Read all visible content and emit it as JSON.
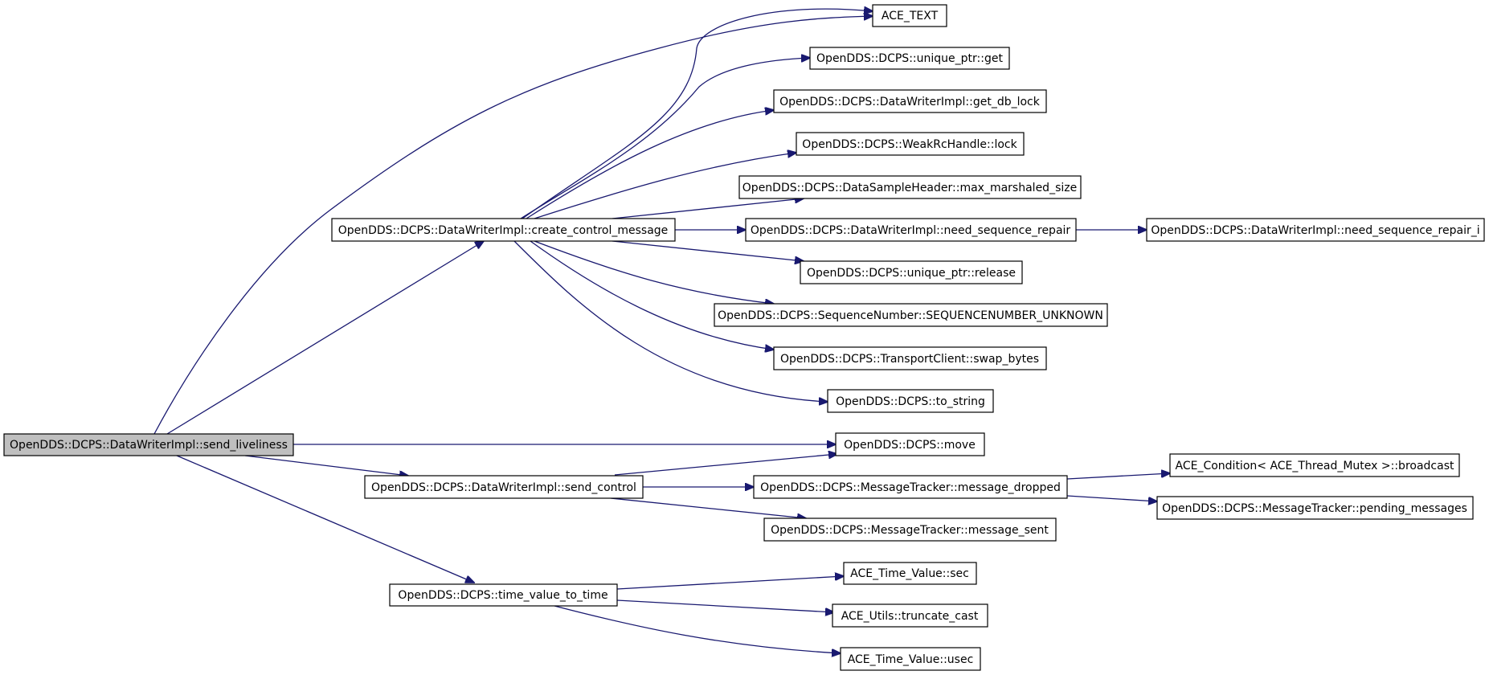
{
  "diagram": {
    "title": "",
    "colors": {
      "edge": "#191970",
      "root_fill": "#bfbfbf",
      "node_fill": "#ffffff",
      "node_stroke": "#000000"
    },
    "nodes": {
      "send_liveliness": "OpenDDS::DCPS::DataWriterImpl::send_liveliness",
      "ace_text": "ACE_TEXT",
      "create_control_message": "OpenDDS::DCPS::DataWriterImpl::create_control_message",
      "move": "OpenDDS::DCPS::move",
      "send_control": "OpenDDS::DCPS::DataWriterImpl::send_control",
      "time_value_to_time": "OpenDDS::DCPS::time_value_to_time",
      "unique_ptr_get": "OpenDDS::DCPS::unique_ptr::get",
      "get_db_lock": "OpenDDS::DCPS::DataWriterImpl::get_db_lock",
      "weakrchandle_lock": "OpenDDS::DCPS::WeakRcHandle::lock",
      "max_marshaled_size": "OpenDDS::DCPS::DataSampleHeader::max_marshaled_size",
      "need_sequence_repair": "OpenDDS::DCPS::DataWriterImpl::need_sequence_repair",
      "unique_ptr_release": "OpenDDS::DCPS::unique_ptr::release",
      "sequencenumber_unknown": "OpenDDS::DCPS::SequenceNumber::SEQUENCENUMBER_UNKNOWN",
      "swap_bytes": "OpenDDS::DCPS::TransportClient::swap_bytes",
      "to_string": "OpenDDS::DCPS::to_string",
      "need_sequence_repair_i": "OpenDDS::DCPS::DataWriterImpl::need_sequence_repair_i",
      "message_dropped": "OpenDDS::DCPS::MessageTracker::message_dropped",
      "message_sent": "OpenDDS::DCPS::MessageTracker::message_sent",
      "broadcast": "ACE_Condition< ACE_Thread_Mutex >::broadcast",
      "pending_messages": "OpenDDS::DCPS::MessageTracker::pending_messages",
      "tv_sec": "ACE_Time_Value::sec",
      "truncate_cast": "ACE_Utils::truncate_cast",
      "tv_usec": "ACE_Time_Value::usec"
    }
  }
}
